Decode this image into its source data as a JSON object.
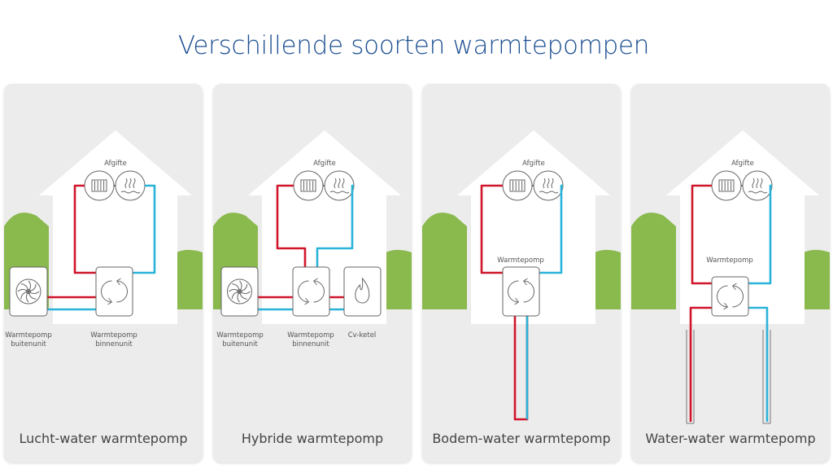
{
  "title": "Verschillende soorten warmtepompen",
  "colors": {
    "hot": "#d0152b",
    "cold": "#2ab3d9",
    "green": "#8ab94e",
    "panel": "#ececec",
    "title": "#1d4f91"
  },
  "panels": [
    {
      "caption": "Lucht-water warmtepomp",
      "afgifte": "Afgifte",
      "labels": [
        [
          "Warmtepomp",
          "buitenunit"
        ],
        [
          "Warmtepomp",
          "binnenunit"
        ]
      ]
    },
    {
      "caption": "Hybride warmtepomp",
      "afgifte": "Afgifte",
      "labels": [
        [
          "Warmtepomp",
          "buitenunit"
        ],
        [
          "Warmtepomp",
          "binnenunit"
        ],
        [
          "Cv-ketel"
        ]
      ]
    },
    {
      "caption": "Bodem-water warmtepomp",
      "afgifte": "Afgifte",
      "unit_label": "Warmtepomp"
    },
    {
      "caption": "Water-water warmtepomp",
      "afgifte": "Afgifte",
      "unit_label": "Warmtepomp"
    }
  ]
}
